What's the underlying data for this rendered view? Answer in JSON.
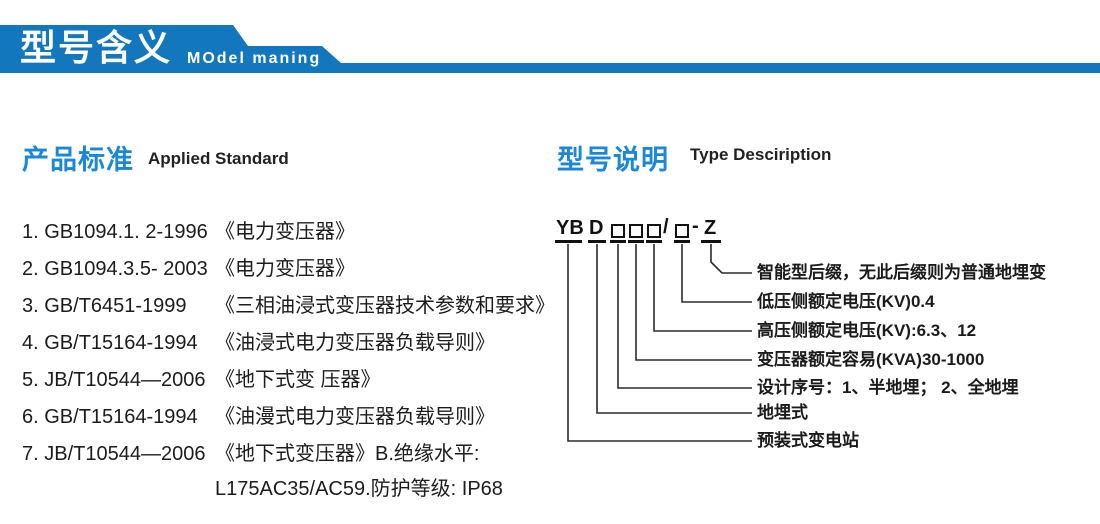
{
  "colors": {
    "banner_blue": "#1377bd",
    "title_blue": "#1a87d8",
    "line_dark": "#2b2b2b"
  },
  "header": {
    "title": "型号含义",
    "subtitle": "MOdel maning"
  },
  "left_section": {
    "title": "产品标准",
    "title_en": "Applied Standard",
    "items": [
      {
        "code": "1. GB1094.1. 2-1996",
        "name": "《电力变压器》"
      },
      {
        "code": "2. GB1094.3.5- 2003",
        "name": "《电力变压器》"
      },
      {
        "code": "3. GB/T6451-1999",
        "name": "《三相油浸式变压器技术参数和要求》"
      },
      {
        "code": "4. GB/T15164-1994",
        "name": "《油浸式电力变压器负载导则》"
      },
      {
        "code": "5. JB/T10544—2006",
        "name": "《地下式变 压器》"
      },
      {
        "code": "6. GB/T15164-1994",
        "name": "《油漫式电力变压器负载导则》"
      },
      {
        "code": "7. JB/T10544—2006",
        "name": "《地下式变压器》B.绝缘水平:"
      },
      {
        "code": "",
        "name": "L175AC35/AC59.防护等级: IP68"
      }
    ]
  },
  "right_section": {
    "title": "型号说明",
    "title_en": "Type Desciription",
    "model_code": {
      "prefix": "YB",
      "type_letter": "D",
      "slash": "/",
      "dash": "-",
      "suffix": "Z"
    },
    "labels": [
      "智能型后缀，无此后缀则为普通地埋变",
      "低压侧额定电压(KV)0.4",
      "高压侧额定电压(KV):6.3、12",
      "变压器额定容易(KVA)30-1000",
      "设计序号：1、半地埋； 2、全地埋",
      "地埋式",
      "预装式变电站"
    ]
  }
}
